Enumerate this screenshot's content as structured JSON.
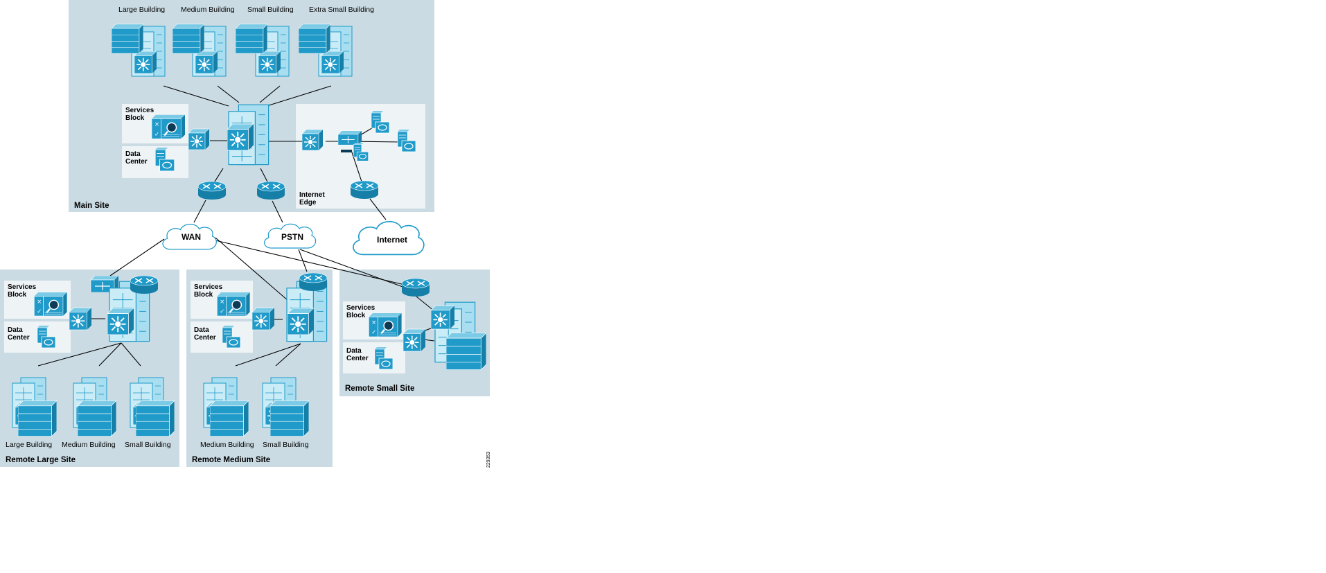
{
  "main_site": {
    "label": "Main Site",
    "buildings": [
      "Large Building",
      "Medium Building",
      "Small Building",
      "Extra Small Building"
    ],
    "services_block": "Services Block",
    "data_center": "Data Center",
    "internet_edge": "Internet Edge"
  },
  "clouds": {
    "wan": "WAN",
    "pstn": "PSTN",
    "internet": "Internet"
  },
  "remote_large": {
    "label": "Remote Large Site",
    "services_block": "Services Block",
    "data_center": "Data Center",
    "buildings": [
      "Large Building",
      "Medium Building",
      "Small Building"
    ]
  },
  "remote_medium": {
    "label": "Remote Medium Site",
    "services_block": "Services Block",
    "data_center": "Data Center",
    "buildings": [
      "Medium Building",
      "Small Building"
    ]
  },
  "remote_small": {
    "label": "Remote Small Site",
    "services_block": "Services Block",
    "data_center": "Data Center"
  },
  "figure_id": "229353",
  "colors": {
    "panel": "#cadbe3",
    "inner_box": "#eef3f6",
    "icon_blue": "#1f9ac9",
    "icon_light": "#a9def0",
    "link": "#000000"
  },
  "icons": [
    "router-icon",
    "layer3-switch-icon",
    "server-icon",
    "firewall-icon",
    "wan-accelerator-icon",
    "building-icon",
    "cloud-icon"
  ]
}
